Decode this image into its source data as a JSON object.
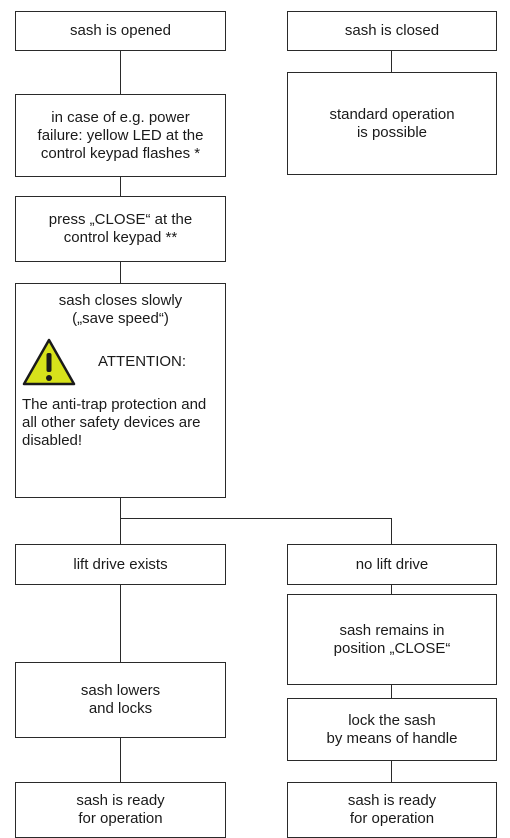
{
  "flow": {
    "left": {
      "sash_opened": "sash is opened",
      "power_failure": [
        "in case of e.g. power",
        "failure: yellow LED at the",
        "control keypad flashes *"
      ],
      "press_close": [
        "press „CLOSE“ at the",
        "control keypad **"
      ],
      "closes_slowly": [
        "sash closes slowly",
        "(„save speed“)"
      ],
      "attention_label": "ATTENTION:",
      "attention_text": [
        "The anti-trap protection and",
        "all other safety devices are",
        "disabled!"
      ],
      "lift_drive_exists": "lift drive exists",
      "lowers_locks": [
        "sash lowers",
        "and locks"
      ],
      "ready": [
        "sash is ready",
        "for operation"
      ]
    },
    "right": {
      "sash_closed": "sash is closed",
      "standard_operation": [
        "standard operation",
        "is possible"
      ],
      "no_lift_drive": "no lift drive",
      "remains_close": [
        "sash remains in",
        "position „CLOSE“"
      ],
      "lock_handle": [
        "lock the sash",
        "by means of handle"
      ],
      "ready": [
        "sash is ready",
        "for operation"
      ]
    }
  },
  "icons": {
    "warning": "warning-triangle-icon"
  },
  "colors": {
    "warning_fill": "#d7e21b",
    "stroke": "#2a2a2a"
  }
}
